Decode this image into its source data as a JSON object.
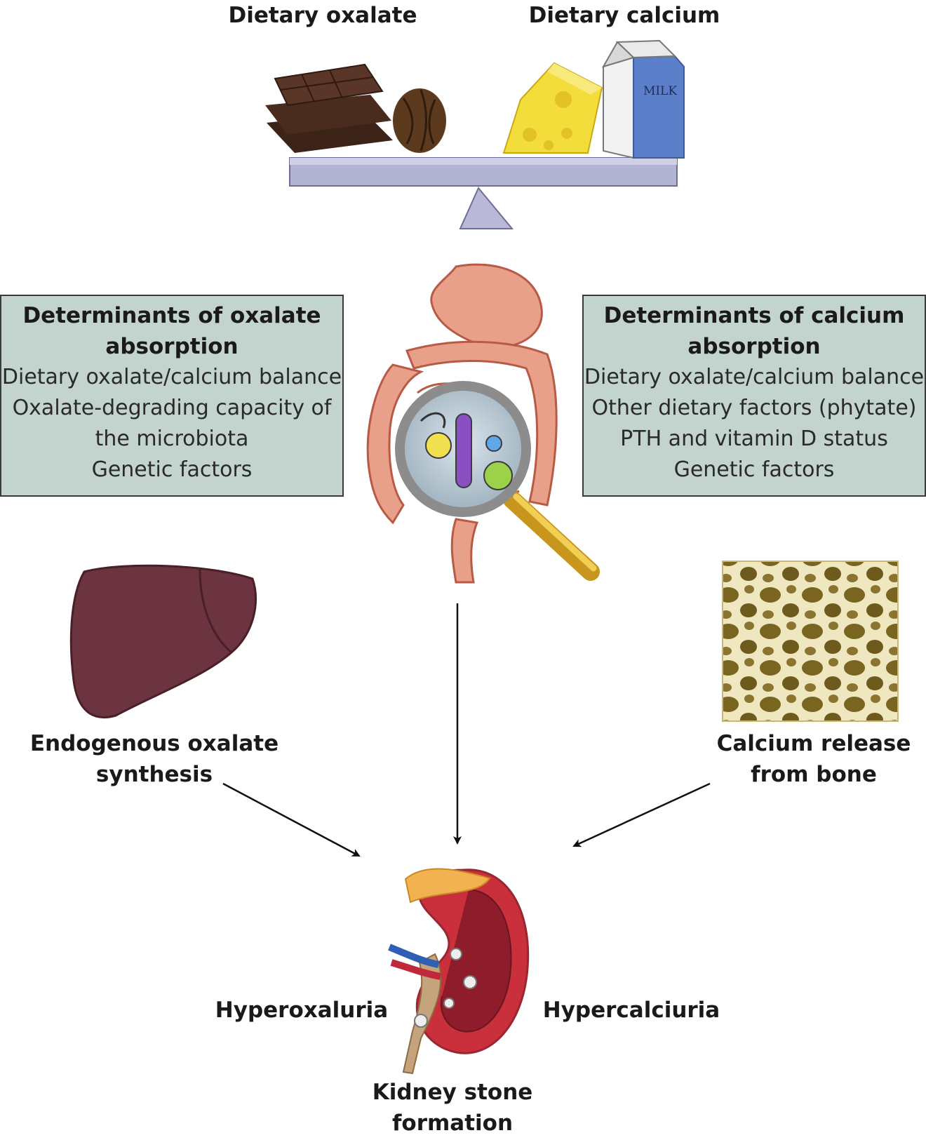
{
  "top_labels": {
    "oxalate": "Dietary oxalate",
    "calcium": "Dietary calcium"
  },
  "milk_label": "MILK",
  "left_box": {
    "title_line1": "Determinants of oxalate",
    "title_line2": "absorption",
    "lines": [
      "Dietary oxalate/calcium balance",
      "Oxalate-degrading capacity of",
      "the microbiota",
      "Genetic factors"
    ]
  },
  "right_box": {
    "title_line1": "Determinants of calcium",
    "title_line2": "absorption",
    "lines": [
      "Dietary oxalate/calcium balance",
      "Other dietary factors (phytate)",
      "PTH and vitamin D status",
      "Genetic factors"
    ]
  },
  "liver_label": {
    "line1": "Endogenous oxalate",
    "line2": "synthesis"
  },
  "bone_label": {
    "line1": "Calcium release",
    "line2": "from bone"
  },
  "kidney": {
    "left": "Hyperoxaluria",
    "right": "Hypercalciuria",
    "bottom_line1": "Kidney stone",
    "bottom_line2": "formation"
  }
}
